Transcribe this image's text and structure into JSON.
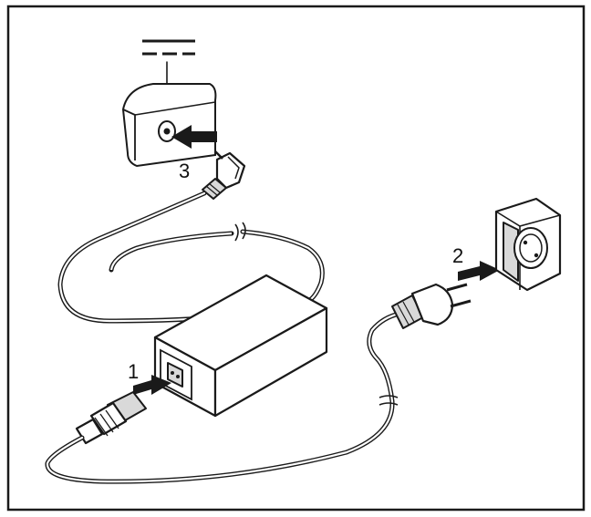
{
  "steps": {
    "step_1": "1",
    "step_2": "2",
    "step_3": "3"
  },
  "colors": {
    "line": "#1a1a1a",
    "shade": "#d9d9d9",
    "background": "#ffffff"
  }
}
